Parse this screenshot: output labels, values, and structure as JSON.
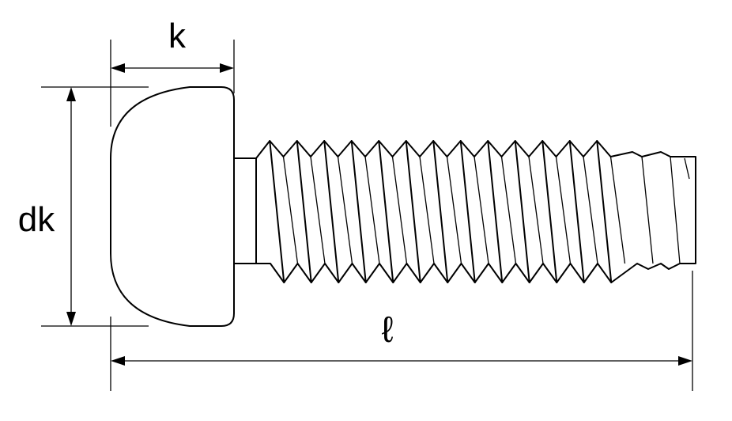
{
  "dimensions": {
    "head_height_label": "k",
    "head_diameter_label": "dk",
    "length_label": "ℓ"
  },
  "colors": {
    "line": "#000000",
    "background": "#ffffff"
  }
}
